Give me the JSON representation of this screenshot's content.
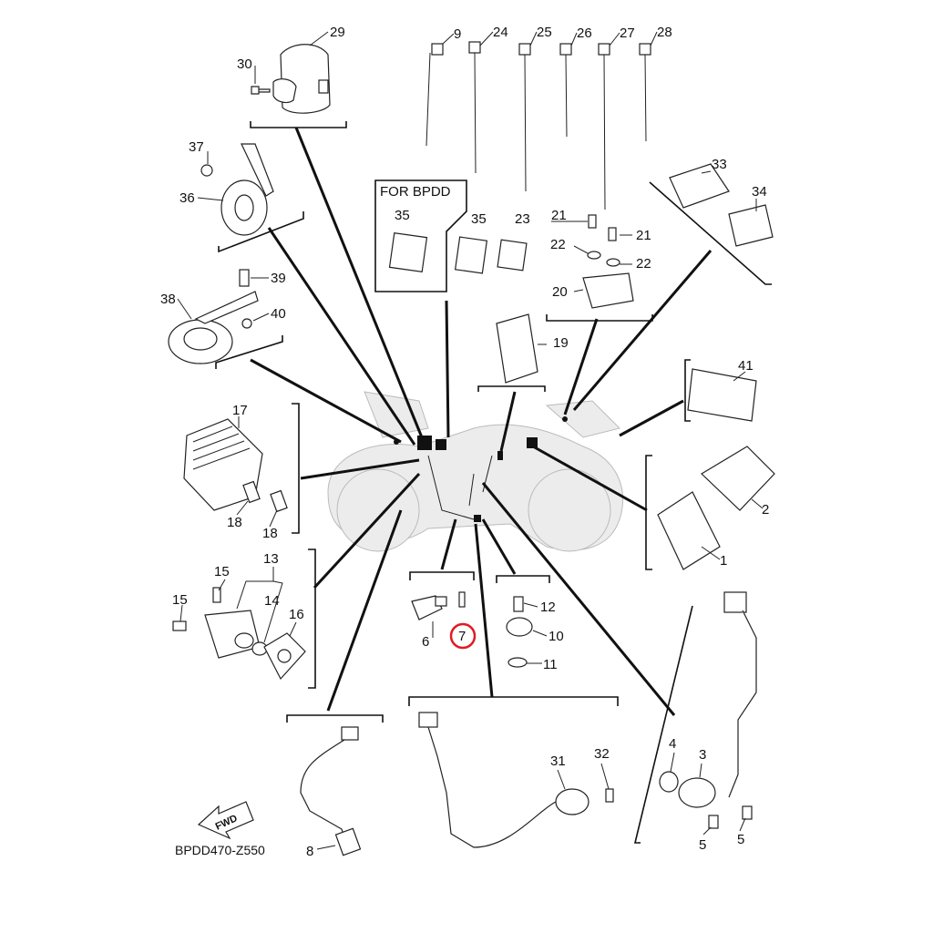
{
  "diagram": {
    "code": "BPDD470-Z550",
    "variant_label": "FOR BPDD",
    "forward_label": "FWD",
    "highlight_color": "#e01b24",
    "highlighted_part": "7",
    "part_numbers": {
      "p1": "1",
      "p2": "2",
      "p3": "3",
      "p4": "4",
      "p5a": "5",
      "p5b": "5",
      "p6": "6",
      "p7": "7",
      "p8": "8",
      "p9": "9",
      "p10": "10",
      "p11": "11",
      "p12": "12",
      "p13": "13",
      "p14": "14",
      "p15a": "15",
      "p15b": "15",
      "p16": "16",
      "p17": "17",
      "p18a": "18",
      "p18b": "18",
      "p19": "19",
      "p20": "20",
      "p21a": "21",
      "p21b": "21",
      "p22a": "22",
      "p22b": "22",
      "p23": "23",
      "p24": "24",
      "p25": "25",
      "p26": "26",
      "p27": "27",
      "p28": "28",
      "p29": "29",
      "p30": "30",
      "p31": "31",
      "p32": "32",
      "p33": "33",
      "p34": "34",
      "p35a": "35",
      "p35b": "35",
      "p36": "36",
      "p37": "37",
      "p38": "38",
      "p39": "39",
      "p40": "40",
      "p41": "41"
    }
  }
}
